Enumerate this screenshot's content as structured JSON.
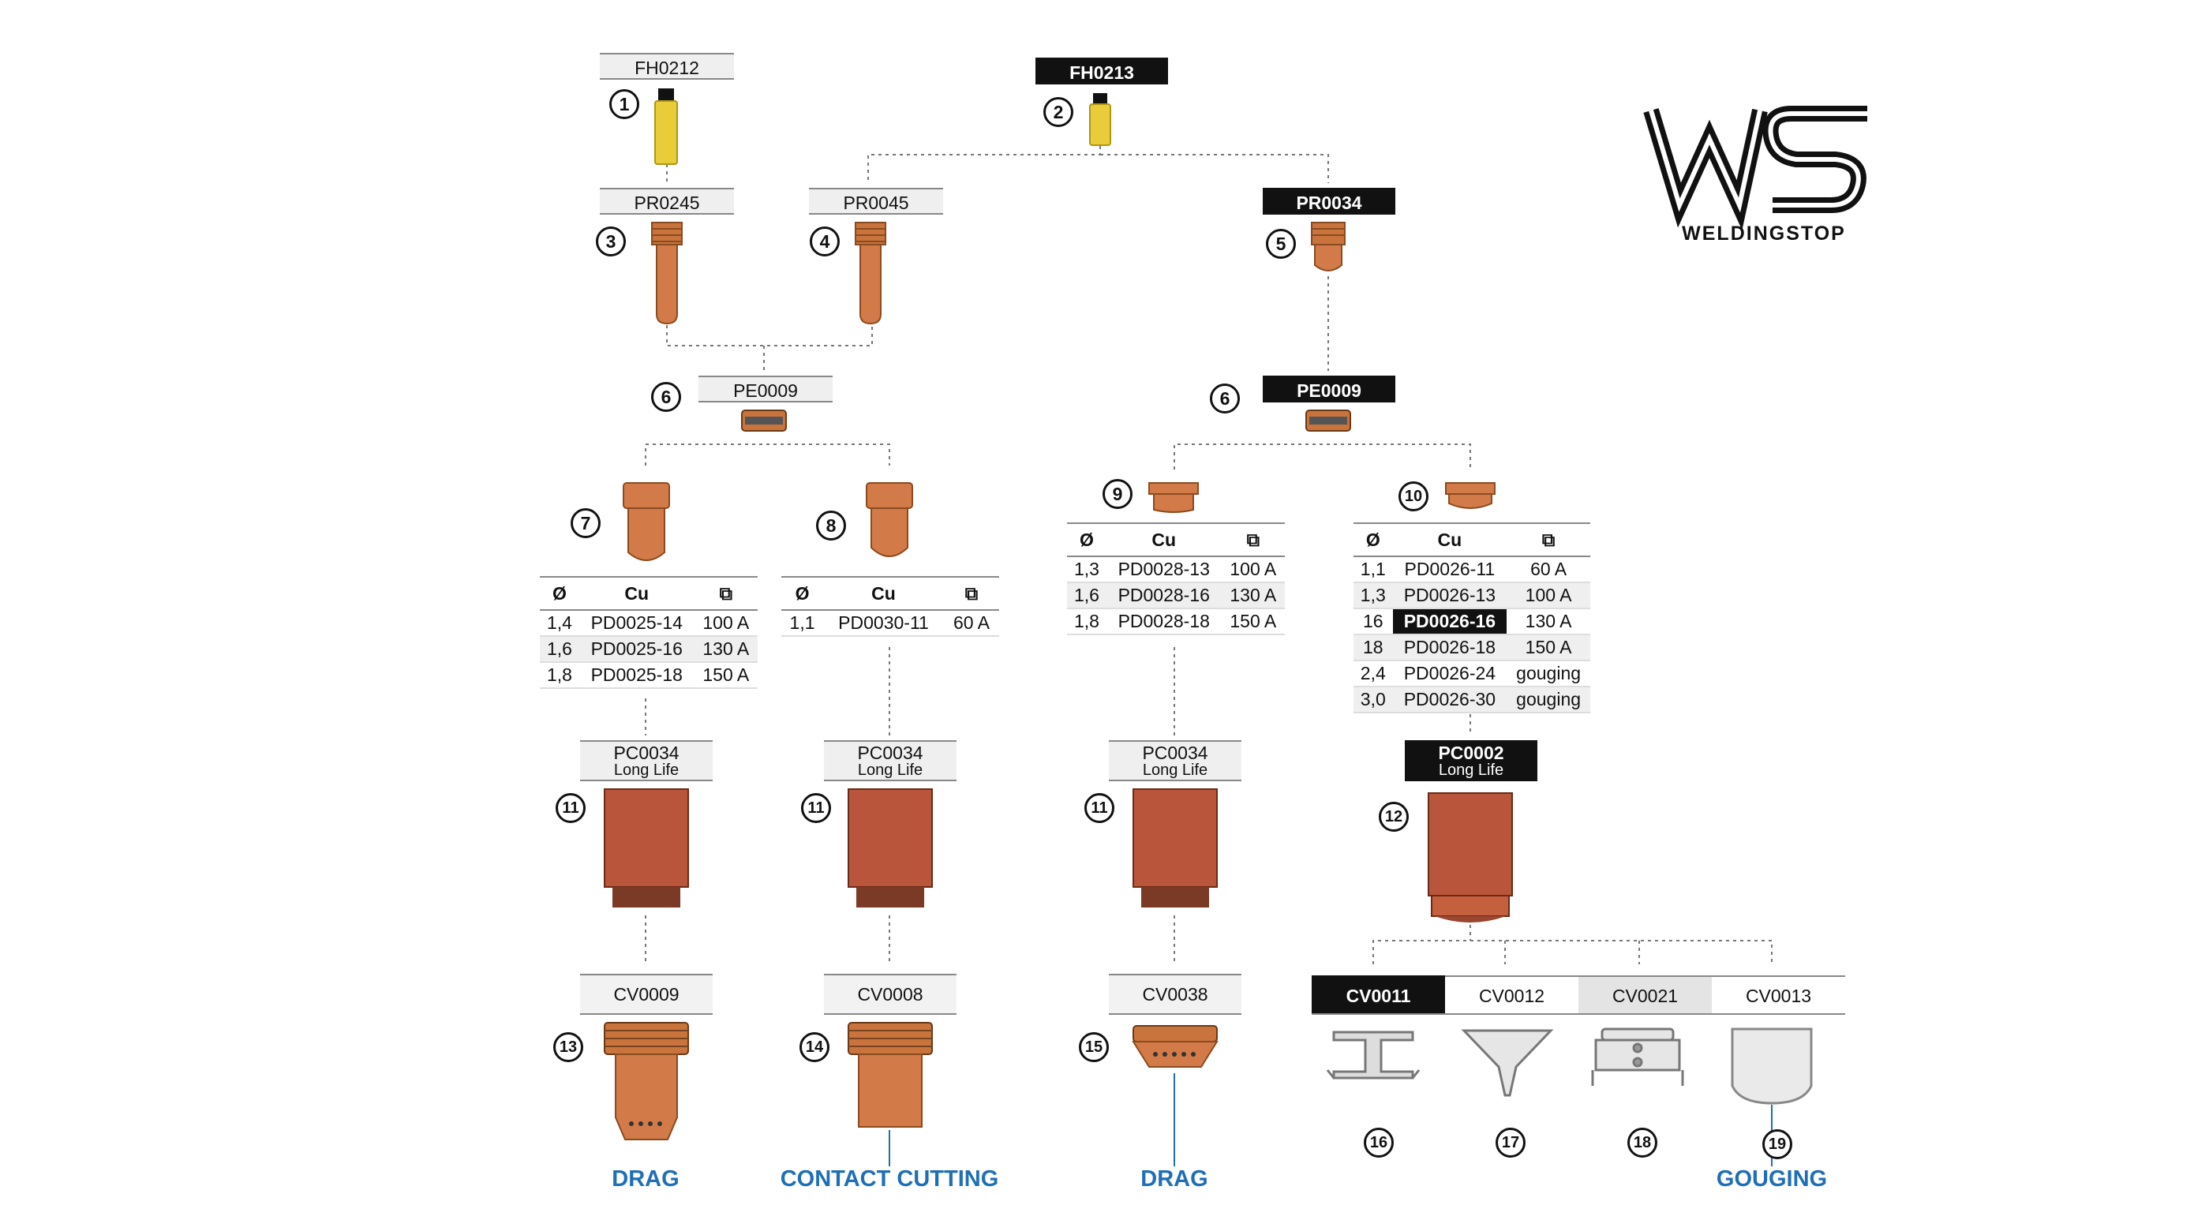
{
  "brand": {
    "logo_letters": "WS",
    "name": "WELDINGSTOP"
  },
  "colors": {
    "copper": "#c8683d",
    "brass": "#e8cc3a",
    "dark": "#111111",
    "label_bg": "#efefef",
    "caption_blue": "#1e6fb5"
  },
  "labels": {
    "fh0212": "FH0212",
    "fh0213": "FH0213",
    "pr0245": "PR0245",
    "pr0045": "PR0045",
    "pr0034": "PR0034",
    "pe0009_left": "PE0009",
    "pe0009_right": "PE0009",
    "pc0034_a": "PC0034",
    "pc0034_b": "PC0034",
    "pc0034_c": "PC0034",
    "pc0002": "PC0002",
    "long_life": "Long Life",
    "cv0009": "CV0009",
    "cv0008": "CV0008",
    "cv0038": "CV0038"
  },
  "numbers": {
    "n1": "1",
    "n2": "2",
    "n3": "3",
    "n4": "4",
    "n5": "5",
    "n6a": "6",
    "n6b": "6",
    "n7": "7",
    "n8": "8",
    "n9": "9",
    "n10": "10",
    "n11a": "11",
    "n11b": "11",
    "n11c": "11",
    "n12": "12",
    "n13": "13",
    "n14": "14",
    "n15": "15",
    "n16": "16",
    "n17": "17",
    "n18": "18",
    "n19": "19"
  },
  "table_headers": {
    "diameter": "Ø",
    "material": "Cu",
    "amps_icon": "layers-icon"
  },
  "table7": [
    [
      "1,4",
      "PD0025-14",
      "100 A"
    ],
    [
      "1,6",
      "PD0025-16",
      "130 A"
    ],
    [
      "1,8",
      "PD0025-18",
      "150 A"
    ]
  ],
  "table8": [
    [
      "1,1",
      "PD0030-11",
      "60 A"
    ]
  ],
  "table9": [
    [
      "1,3",
      "PD0028-13",
      "100 A"
    ],
    [
      "1,6",
      "PD0028-16",
      "130 A"
    ],
    [
      "1,8",
      "PD0028-18",
      "150 A"
    ]
  ],
  "table10": [
    [
      "1,1",
      "PD0026-11",
      "60 A"
    ],
    [
      "1,3",
      "PD0026-13",
      "100 A"
    ],
    [
      "16",
      "PD0026-16",
      "130 A"
    ],
    [
      "18",
      "PD0026-18",
      "150 A"
    ],
    [
      "2,4",
      "PD0026-24",
      "gouging"
    ],
    [
      "3,0",
      "PD0026-30",
      "gouging"
    ]
  ],
  "tabs": [
    "CV0011",
    "CV0012",
    "CV0021",
    "CV0013"
  ],
  "captions": {
    "drag1": "DRAG",
    "contact": "CONTACT CUTTING",
    "drag2": "DRAG",
    "gouging": "GOUGING"
  }
}
